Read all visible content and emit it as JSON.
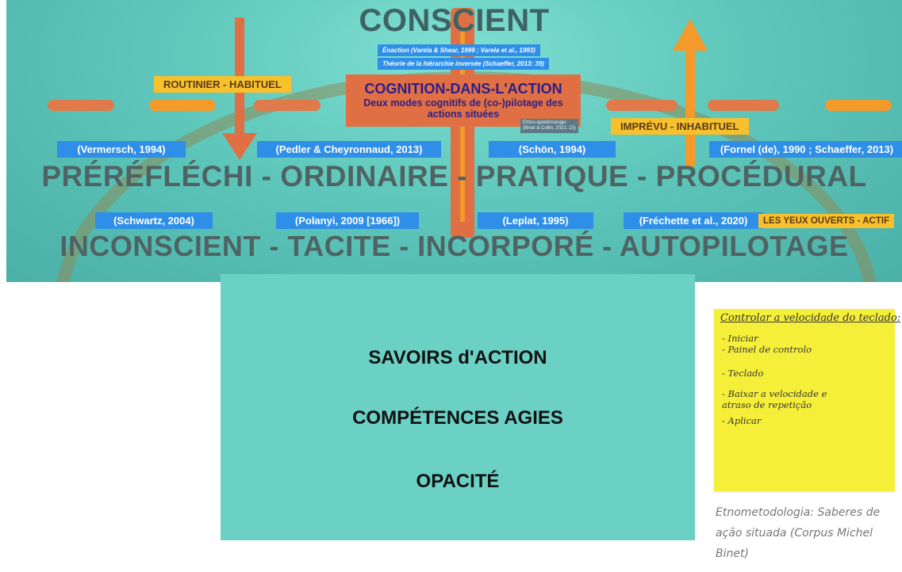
{
  "banner": {
    "title": "CONSCIENT",
    "refs_top": [
      "Énaction (Varela & Shear, 1999 ; Varela et al., 1993)",
      "Théorie de la hiérarchie inversée (Schaeffer, 2013: 39)"
    ],
    "tag_left": "ROUTINIER - HABITUEL",
    "tag_right": "IMPRÉVU - INHABITUEL",
    "tag_active": "LES YEUX OUVERTS - ACTIF",
    "center_title": "COGNITION-DANS-L'ACTION",
    "center_subtitle": "Deux modes cognitifs de (co-)pilotage des actions situées",
    "mini_label_1": "Ethno-épistémologie",
    "mini_label_2": "(Binet & Collin, 2021: 15)",
    "refs_row1": [
      "(Vermersch, 1994)",
      "(Pedler & Cheyronnaud, 2013)",
      "(Schön, 1994)",
      "(Fornel (de), 1990 ; Schaeffer, 2013)"
    ],
    "line1": "PRÉRÉFLÉCHI - ORDINAIRE - PRATIQUE - PROCÉDURAL",
    "refs_row2": [
      "(Schwartz, 2004)",
      "(Polanyi, 2009 [1966])",
      "(Leplat, 1995)",
      "(Fréchette et al., 2020)"
    ],
    "line2": "INCONSCIENT - TACITE - INCORPORÉ - AUTOPILOTAGE"
  },
  "card": {
    "line1": "SAVOIRS d'ACTION",
    "line2": "COMPÉTENCES AGIES",
    "line3": "OPACITÉ"
  },
  "note": {
    "heading": "Controlar a velocidade do teclado:",
    "items": [
      "- Iniciar",
      "- Painel de controlo",
      "- Teclado",
      "- Baixar a velocidade e",
      "atraso de repetição",
      "- Aplicar"
    ]
  },
  "caption": "Etnometodologia: Saberes de ação situada (Corpus Michel Binet)",
  "colors": {
    "orange": "#e07044",
    "amber": "#f39a2a",
    "blue_tag": "#2f8fe8",
    "yellow_tag": "#f7c12e",
    "teal_card": "#6bd1c5",
    "note_yellow": "#f6ef3a"
  }
}
